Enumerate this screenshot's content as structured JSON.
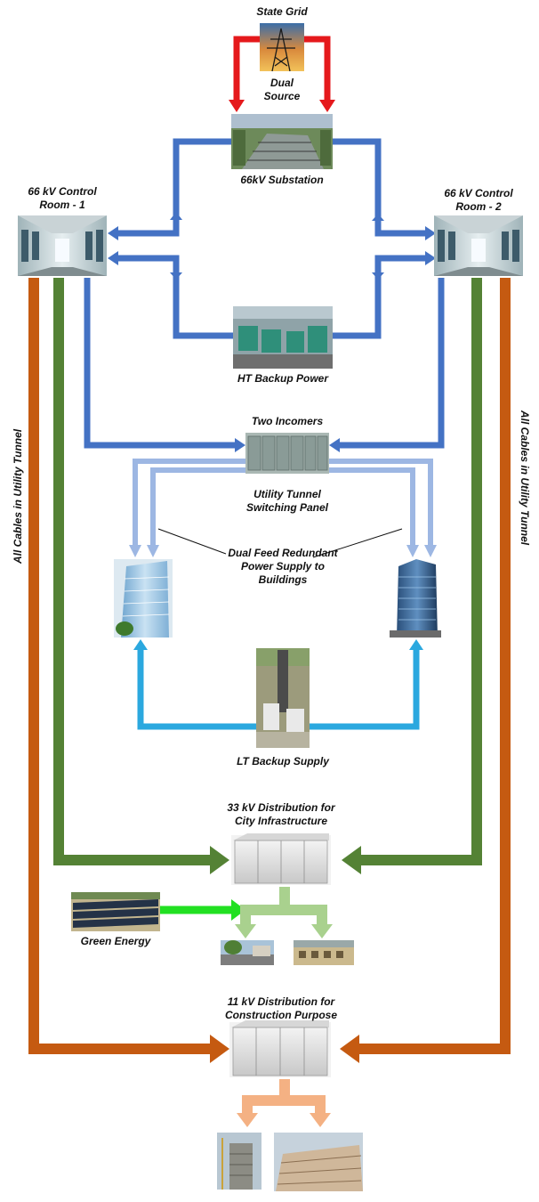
{
  "labels": {
    "state_grid": "State Grid",
    "dual_source": "Dual\nSource",
    "substation": "66kV Substation",
    "control_room_1": "66 kV Control\nRoom - 1",
    "control_room_2": "66 kV Control\nRoom - 2",
    "ht_backup": "HT Backup Power",
    "two_incomers": "Two Incomers",
    "switching_panel": "Utility Tunnel\nSwitching Panel",
    "dual_feed": "Dual Feed Redundant\nPower Supply to\nBuildings",
    "lt_backup": "LT Backup Supply",
    "dist_33kv": "33 kV Distribution for\nCity Infrastructure",
    "green_energy": "Green Energy",
    "dist_11kv": "11 kV Distribution for\nConstruction Purpose",
    "tunnel_left": "All Cables in Utility Tunnel",
    "tunnel_right": "All Cables in Utility Tunnel"
  },
  "colors": {
    "state_grid_feed": "#e5191c",
    "ht_66kv": "#4472c4",
    "building_feed": "#9db7e3",
    "lt_backup": "#2ba8df",
    "dist_33kv": "#548235",
    "green_energy": "#22e022",
    "dist_33kv_branch": "#a9d18e",
    "dist_11kv": "#c55a11",
    "dist_11kv_branch": "#f4b183"
  },
  "icons": {
    "state_grid": "transmission-tower-photo",
    "substation": "substation-photo",
    "control_room": "control-room-photo",
    "ht_backup": "generator-yard-photo",
    "switching_panel": "switchgear-panel-photo",
    "building_left": "office-building-photo",
    "building_right": "office-building-photo",
    "lt_backup": "lt-backup-yard-photo",
    "distribution_33kv": "kiosk-substation-photo",
    "solar": "solar-farm-photo",
    "infrastructure": "city-infrastructure-photo",
    "distribution_11kv": "kiosk-substation-photo",
    "construction": "construction-site-photo"
  }
}
